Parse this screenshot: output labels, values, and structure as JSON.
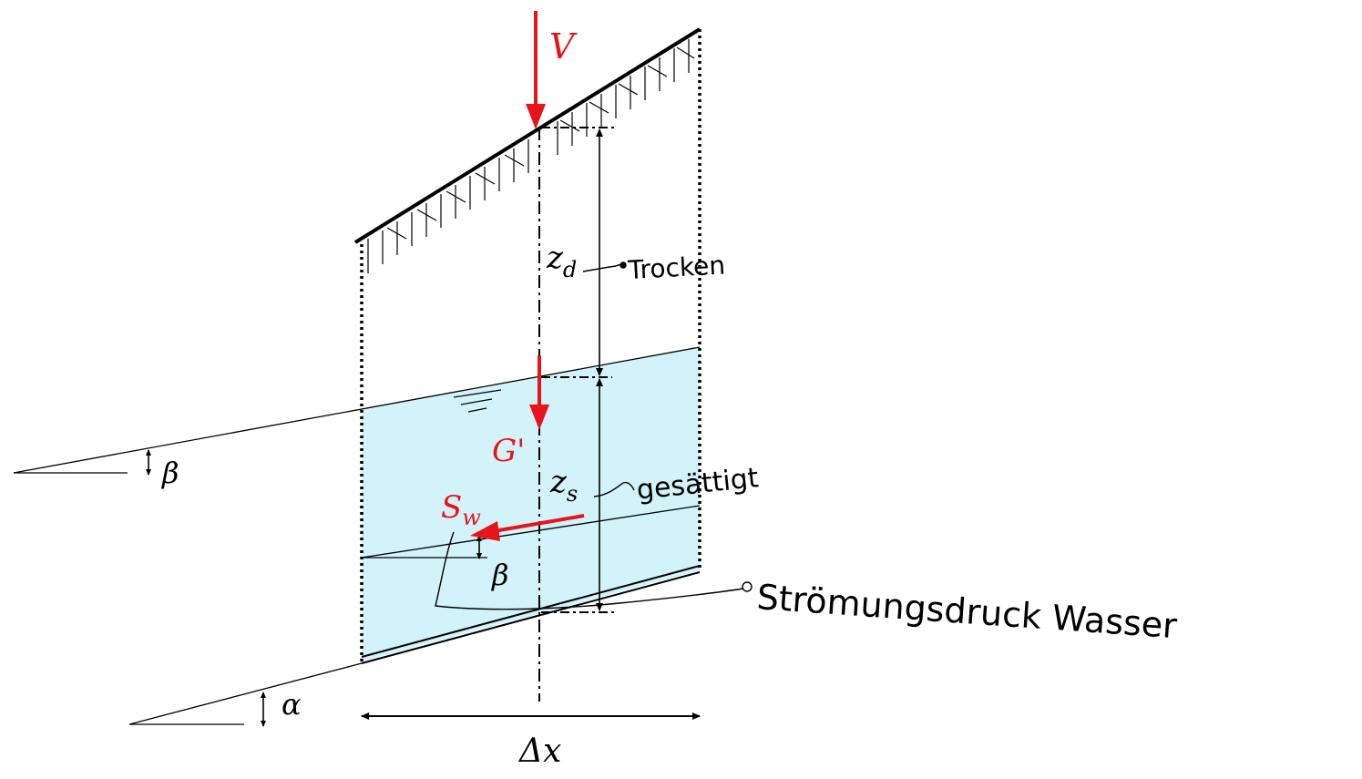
{
  "labels": {
    "load": "V",
    "weight": "G'",
    "seepage_force": "S",
    "seepage_force_sub": "w",
    "dry_height": "z",
    "dry_height_sub": "d",
    "sat_height": "z",
    "sat_height_sub": "s",
    "slope_angle_ground": "β",
    "slope_angle_water": "β",
    "slope_angle_base": "α",
    "width": "Δx"
  },
  "annotations": {
    "dry": "Trocken",
    "saturated": "gesättigt",
    "flow": "Strömungsdruck Wasser"
  },
  "colors": {
    "line": "#000000",
    "force": "#e8141c",
    "water": "#d2f3f9",
    "label_red": "#e8141c"
  }
}
